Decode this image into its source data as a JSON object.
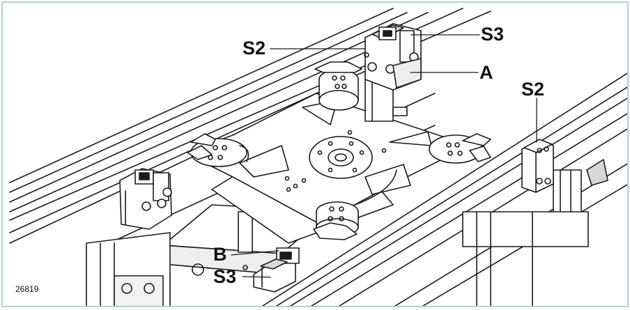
{
  "drawing_number": "26819",
  "labels": {
    "s2_left": "S2",
    "s3_top": "S3",
    "a": "A",
    "s2_right": "S2",
    "b": "B",
    "s3_bottom": "S3"
  },
  "colors": {
    "frame_border": "#b9cdd6",
    "line": "#1a1a1a",
    "label_text": "#111111",
    "shade": "#d8d8d8"
  }
}
